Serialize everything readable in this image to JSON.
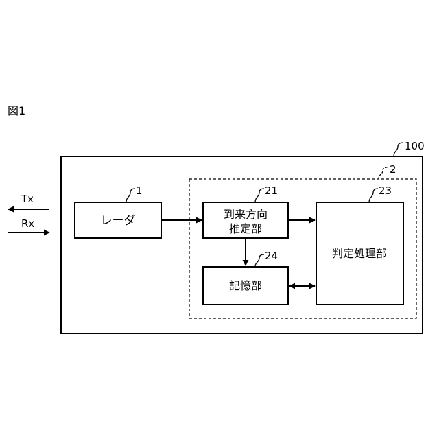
{
  "figure_label": "図1",
  "signals": {
    "tx": "Tx",
    "rx": "Rx"
  },
  "refs": {
    "device": "100",
    "processor": "2",
    "radar": "1",
    "estimator": "21",
    "judge": "23",
    "memory": "24"
  },
  "blocks": {
    "radar": "レーダ",
    "estimator_line1": "到来方向",
    "estimator_line2": "推定部",
    "memory": "記憶部",
    "judge": "判定処理部"
  }
}
